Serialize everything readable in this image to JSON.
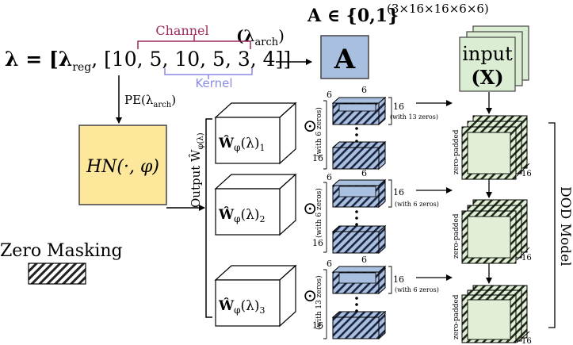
{
  "header": {
    "A_set": "A ∈ {0,1}",
    "A_exponent": "(3×16×16×6×6)",
    "A_letter": "A"
  },
  "lambda": {
    "lhs": "λ = [λ",
    "lhs_sub": "reg",
    "values": ", [10, 5, 10, 5, 3, 4]]",
    "arch_open": "(λ",
    "arch_sub": "arch",
    "arch_close": ")"
  },
  "labels": {
    "channel": "Channel",
    "kernel": "Kernel",
    "pe": "PE(λ",
    "pe_sub": "arch",
    "pe_close": ")",
    "hn": "HN(·, φ)",
    "output": "Output Ŵ",
    "output_sub": "φ(λ)",
    "input_line1": "input",
    "input_line2": "(X)",
    "zero_masking": "Zero Masking",
    "dod_model": "DOD Model"
  },
  "weights": [
    {
      "base": "Ŵ",
      "sub": "φ",
      "arg": "(λ)",
      "idx": "1"
    },
    {
      "base": "Ŵ",
      "sub": "φ",
      "arg": "(λ)",
      "idx": "2"
    },
    {
      "base": "Ŵ",
      "sub": "φ",
      "arg": "(λ)",
      "idx": "3"
    }
  ],
  "operator": "⊙",
  "kernels": [
    {
      "top": "6",
      "side": "6",
      "right": "16",
      "right_note": "(with 13 zeros)",
      "left": "(with 6 zeros)",
      "bottom": "16"
    },
    {
      "top": "6",
      "side": "6",
      "right": "16",
      "right_note": "(with 6 zeros)",
      "left": "(with 6 zeros)",
      "bottom": "16"
    },
    {
      "top": "6",
      "side": "6",
      "right": "16",
      "right_note": "(with 6 zeros)",
      "left": "(with 13 zeros)",
      "bottom": "16"
    }
  ],
  "feature_maps": [
    {
      "side": "zero-padded",
      "depth": "16"
    },
    {
      "side": "zero-padded",
      "depth": "16"
    },
    {
      "side": "zero-padded",
      "depth": "16"
    }
  ],
  "colors": {
    "channel": "#9b2c5c",
    "kernel": "#8a8ae6",
    "hn_fill": "#fde79b",
    "A_fill": "#a9bfe0",
    "input_fill": "#dbeed3",
    "kernel_fill": "#a9bfe0",
    "map_fill": "#e2efd6"
  }
}
